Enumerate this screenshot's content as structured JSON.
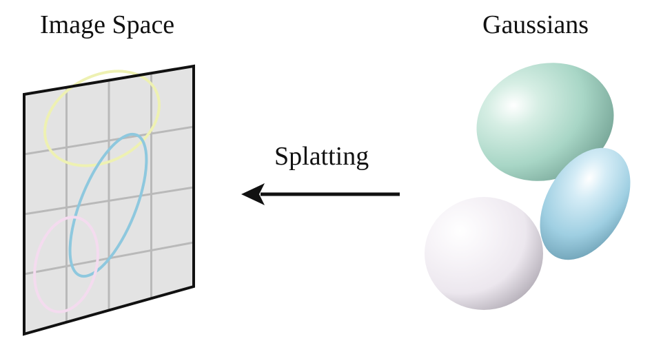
{
  "image_space_label": "Image Space",
  "gaussians_label": "Gaussians",
  "splatting_label": "Splatting",
  "colors": {
    "plane_fill": "#e3e3e3",
    "grid": "#b9b9b9",
    "frame": "#111111",
    "ellipse_yellow": "#eef1b2",
    "ellipse_blue": "#8ec8de",
    "ellipse_pink": "#f4dbef",
    "gaussian_green": "#a8d6c6",
    "gaussian_blue": "#9fcfe2",
    "gaussian_white": "#ece7ee",
    "arrow": "#111111"
  },
  "icons": [
    "arrow-left-icon"
  ]
}
